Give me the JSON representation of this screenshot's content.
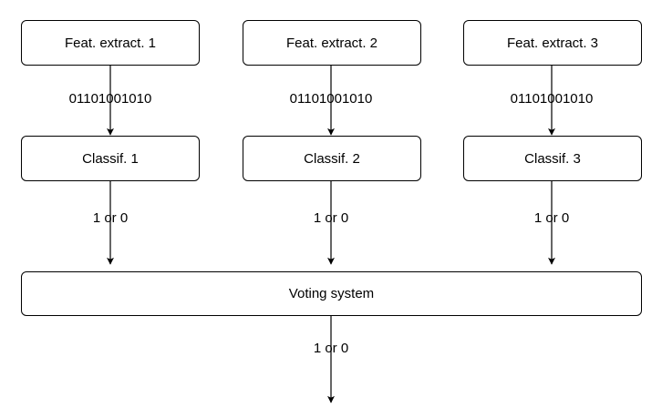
{
  "diagram": {
    "feature_extractors": [
      {
        "label": "Feat. extract. 1"
      },
      {
        "label": "Feat. extract. 2"
      },
      {
        "label": "Feat. extract. 3"
      }
    ],
    "classifiers": [
      {
        "label": "Classif. 1"
      },
      {
        "label": "Classif. 2"
      },
      {
        "label": "Classif. 3"
      }
    ],
    "voting_system": {
      "label": "Voting system"
    },
    "edges": {
      "features_to_classifiers": [
        "01101001010",
        "01101001010",
        "01101001010"
      ],
      "classifiers_to_voting": [
        "1 or 0",
        "1 or 0",
        "1 or 0"
      ],
      "voting_output": "1 or 0"
    }
  }
}
